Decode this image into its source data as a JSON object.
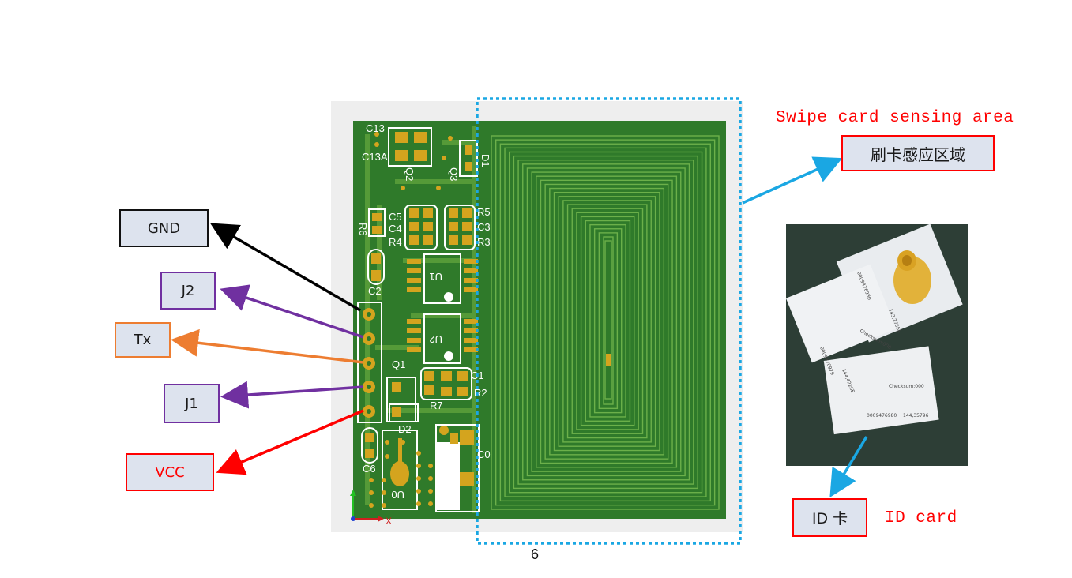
{
  "labels": {
    "gnd": "GND",
    "j2": "J2",
    "tx": "Tx",
    "j1": "J1",
    "vcc": "VCC",
    "sensing_en": "Swipe card sensing area",
    "sensing_cn": "刷卡感应区域",
    "idcard_cn": "ID 卡",
    "idcard_en": "ID card"
  },
  "pcb": {
    "silkscreen": [
      "C13",
      "C13A",
      "Q2",
      "Q3",
      "D1",
      "R6",
      "C5",
      "C4",
      "R4",
      "R5",
      "C3",
      "R3",
      "U1",
      "C2",
      "U2",
      "Q1",
      "C1",
      "R7",
      "R2",
      "D2",
      "C0",
      "C6",
      "U0"
    ]
  },
  "photo": {
    "card_texts": [
      "0009476980",
      "144,35796",
      "Checksum:000",
      "0009476979",
      "144,4226E",
      "143,2755E",
      "0009476980"
    ]
  },
  "page_number": "6",
  "colors": {
    "gnd": "#000000",
    "j2": "#7030a0",
    "tx": "#ed7d31",
    "j1": "#7030a0",
    "vcc": "#ff0000",
    "sensing": "#1aa7e3",
    "pcb_green": "#2f7a2a",
    "pad_gold": "#d4a41e"
  }
}
